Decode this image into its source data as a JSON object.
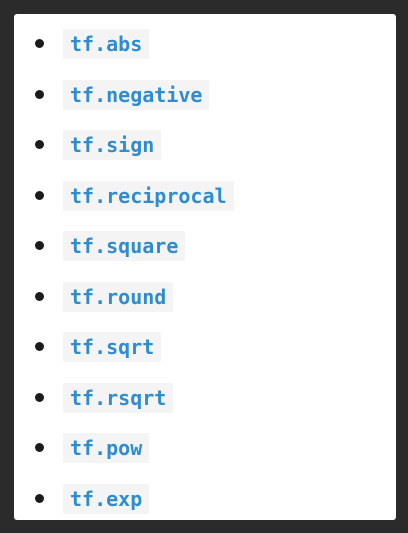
{
  "items": [
    {
      "label": "tf.abs"
    },
    {
      "label": "tf.negative"
    },
    {
      "label": "tf.sign"
    },
    {
      "label": "tf.reciprocal"
    },
    {
      "label": "tf.square"
    },
    {
      "label": "tf.round"
    },
    {
      "label": "tf.sqrt"
    },
    {
      "label": "tf.rsqrt"
    },
    {
      "label": "tf.pow"
    },
    {
      "label": "tf.exp"
    }
  ],
  "colors": {
    "background": "#2b2b2b",
    "panel": "#ffffff",
    "code_text": "#2f8ccf",
    "code_background": "#f4f4f4",
    "bullet": "#1b1b1b"
  }
}
